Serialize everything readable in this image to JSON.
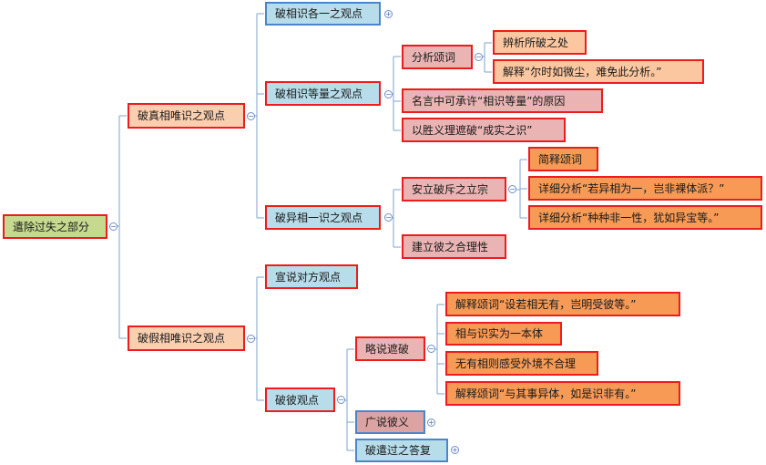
{
  "nodes": {
    "root": "遣除过失之部分",
    "refute_true": "破真相唯识之观点",
    "refute_false": "破假相唯识之观点",
    "each_view": "破相识各一之观点",
    "equal_view": "破相识等量之观点",
    "diff_view": "破异相一识之观点",
    "analyze_verse": "分析颂词",
    "distinguish": "辨析所破之处",
    "explain_dust": "解释“尔时如微尘，难免此分析。”",
    "reason_equal": "名言中可承许“相识等量”的原因",
    "refute_real": "以胜义理遮破“成实之识”",
    "establish": "安立破斥之立宗",
    "brief_verse": "简释颂词",
    "detail_1": "详细分析“若异相为一，岂非裸体派？”",
    "detail_2": "详细分析“种种非一性，犹如异宝等。”",
    "establish_reason": "建立彼之合理性",
    "declare_view": "宣说对方观点",
    "refute_view": "破彼观点",
    "brief_refute": "略说遮破",
    "explain_1": "解释颂词“设若相无有，岂明受彼等。”",
    "one_entity": "相与识实为一本体",
    "no_appearance": "无有相则感受外境不合理",
    "explain_2": "解释颂词“与其事异体，如是识非有。”",
    "broad_refute": "广说彼义",
    "refute_answer": "破遣过之答复"
  },
  "toggles": {
    "collapse": "−",
    "expand": "+"
  },
  "colors": {
    "connector": "#7fa3cf",
    "border_red": "#ee1c1c",
    "border_blue": "#4a86c8",
    "root_fill": "#c5d98f",
    "peach_fill": "#f9cfb0",
    "blue_fill": "#b7dcea",
    "pink_fill": "#eab4b4",
    "orange_fill": "#f69a56"
  }
}
